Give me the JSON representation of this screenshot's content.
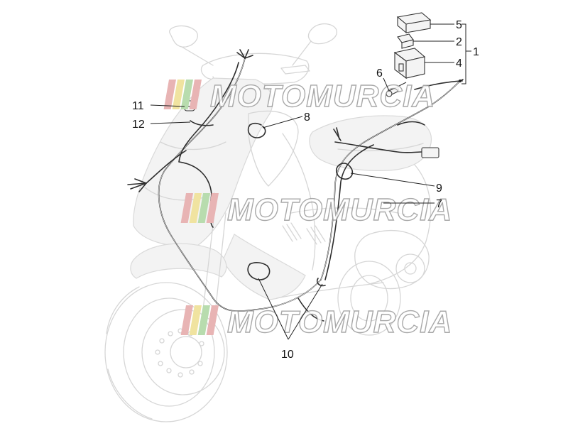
{
  "diagram": {
    "callouts": [
      {
        "id": "c1",
        "label": "1"
      },
      {
        "id": "c2",
        "label": "2"
      },
      {
        "id": "c4",
        "label": "4"
      },
      {
        "id": "c5",
        "label": "5"
      },
      {
        "id": "c6",
        "label": "6"
      },
      {
        "id": "c7",
        "label": "7"
      },
      {
        "id": "c8",
        "label": "8"
      },
      {
        "id": "c9",
        "label": "9"
      },
      {
        "id": "c10",
        "label": "10"
      },
      {
        "id": "c11",
        "label": "11"
      },
      {
        "id": "c12",
        "label": "12"
      }
    ]
  },
  "watermark": {
    "text": "MOTOMURCIA",
    "stripe_colors": [
      "#e8b4b4",
      "#f0e3a0",
      "#b8dcae",
      "#e8b4b4"
    ]
  },
  "colors": {
    "outline_gray": "#d6d6d6",
    "harness_dark": "#2e2e2e",
    "label_black": "#111111"
  }
}
